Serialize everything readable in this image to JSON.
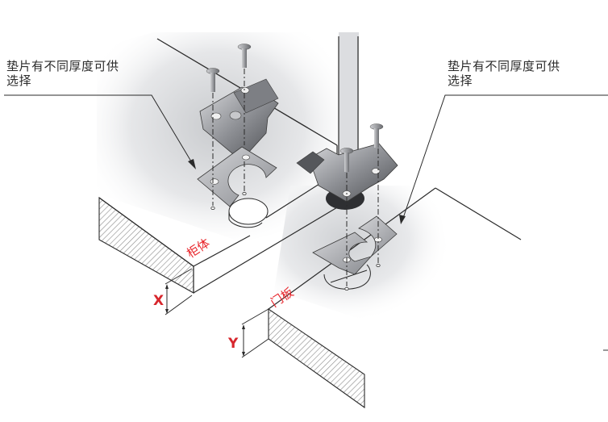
{
  "diagram": {
    "title": "Hinge shim installation",
    "callouts": [
      {
        "id": "left",
        "text": "垫片有不同厚度可供\n选择"
      },
      {
        "id": "right",
        "text": "垫片有不同厚度可供\n选择"
      }
    ],
    "labels": {
      "cabinet": "柜体",
      "door": "门板",
      "dim_x": "X",
      "dim_y": "Y"
    },
    "colors": {
      "label_red": "#e8252b",
      "line": "#2a2a2a",
      "metal_dark": "#5a5c60",
      "metal_light": "#b9bbbf"
    },
    "parts": [
      "cabinet-side-panel",
      "door-panel",
      "hinge-mounting-plate-left",
      "shim-left",
      "hinge-cup-right",
      "shim-right",
      "screws"
    ]
  }
}
